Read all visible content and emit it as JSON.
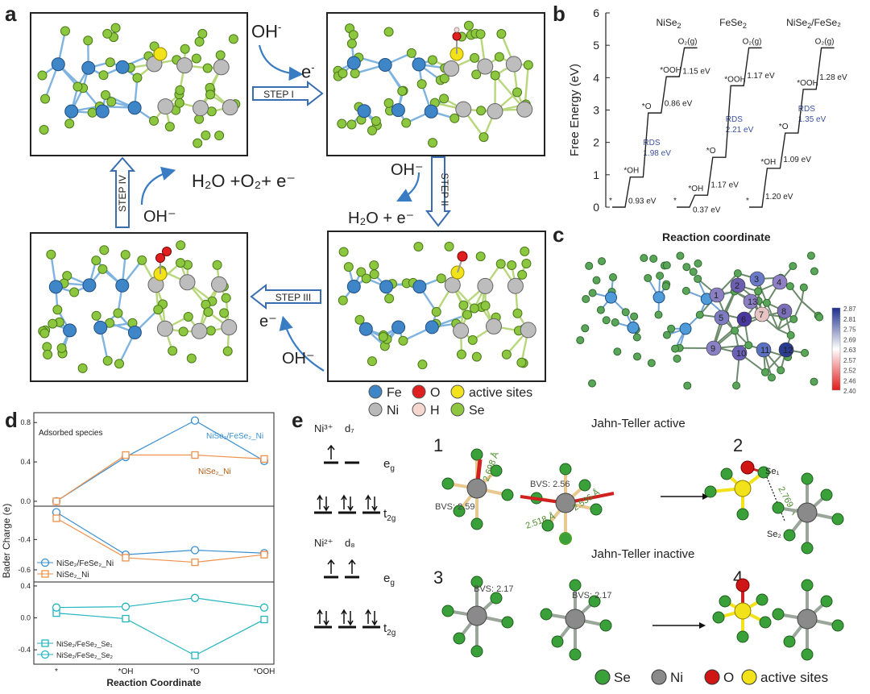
{
  "panel_labels": {
    "a": "a",
    "b": "b",
    "c": "c",
    "d": "d",
    "e": "e"
  },
  "panel_a": {
    "steps": [
      "STEP I",
      "STEP II",
      "STEP III",
      "STEP IV"
    ],
    "oh_top": "OH",
    "oh_sup": "-",
    "e_top": "e",
    "e_sup": "-",
    "products_right": "H₂O + e⁻",
    "oh_mid_right": "OH⁻",
    "products_left": "H₂O +O₂+ e⁻",
    "oh_left": "OH⁻",
    "e_bottom": "e⁻",
    "oh_bottom": "OH⁻",
    "legend": [
      {
        "label": "Fe",
        "color": "#3f86c8"
      },
      {
        "label": "O",
        "color": "#e02020"
      },
      {
        "label": "active sites",
        "color": "#f2e21a"
      },
      {
        "label": "Ni",
        "color": "#b9b9b9"
      },
      {
        "label": "H",
        "color": "#f6d6d0"
      },
      {
        "label": "Se",
        "color": "#8dc63f"
      }
    ]
  },
  "panel_b": {
    "ylabel": "Free Energy (eV)",
    "y_ticks": [
      "0",
      "1",
      "2",
      "3",
      "4",
      "5",
      "6"
    ],
    "ylim": [
      0,
      6
    ],
    "columns": [
      {
        "title_main": "NiSe",
        "title_sub": "2",
        "title_rest": "",
        "levels": [
          0,
          0.93,
          2.91,
          4.03,
          4.92
        ],
        "species": [
          "*",
          "*OH",
          "*O",
          "*OOH",
          "O₂(g)"
        ],
        "deltas": [
          "0.93 eV",
          "RDS\n1.98 eV",
          "0.86 eV",
          "1.15 eV"
        ]
      },
      {
        "title_main": "FeSe",
        "title_sub": "2",
        "title_rest": "",
        "levels": [
          0,
          0.37,
          1.54,
          3.75,
          4.92
        ],
        "species": [
          "*",
          "*OH",
          "*O",
          "*OOH",
          "O₂(g)"
        ],
        "deltas": [
          "0.37 eV",
          "1.17 eV",
          "RDS\n2.21 eV",
          "1.17 eV"
        ]
      },
      {
        "title_main": "NiSe",
        "title_sub": "2",
        "title_rest": "/FeSe₂",
        "levels": [
          0,
          1.2,
          2.29,
          3.64,
          4.92
        ],
        "species": [
          "*",
          "*OH",
          "*O",
          "*OOH",
          "O₂(g)"
        ],
        "deltas": [
          "1.20 eV",
          "1.09 eV",
          "RDS\n1.35 eV",
          "1.28 eV"
        ]
      }
    ]
  },
  "panel_c": {
    "title": "Reaction coordinate",
    "colorbar_ticks": [
      "2.87",
      "2.81",
      "2.75",
      "2.69",
      "2.63",
      "2.57",
      "2.52",
      "2.46",
      "2.40"
    ],
    "site_numbers": [
      "1",
      "2",
      "3",
      "4",
      "5",
      "6",
      "7",
      "8",
      "9",
      "10",
      "11",
      "12",
      "13"
    ]
  },
  "panel_d": {
    "ylabel": "Bader Charge (e)",
    "xlabel": "Reaction Coordinate",
    "categories": [
      "*",
      "*OH",
      "*O",
      "*OOH"
    ],
    "top": {
      "annotation": "Adsorbed species",
      "ticks": [
        "0.0",
        "0.4",
        "0.8"
      ],
      "series": [
        {
          "label": "NiSe₂/FeSe₂_Ni",
          "color": "#3a8fd0",
          "values": [
            0.0,
            0.45,
            0.82,
            0.41
          ]
        },
        {
          "label": "NiSe₂_Ni",
          "color": "#f0904a",
          "values": [
            0.0,
            0.47,
            0.47,
            0.43
          ]
        }
      ]
    },
    "middle": {
      "ticks": [
        "-0.4",
        "-0.6"
      ],
      "series": [
        {
          "label": "NiSe₂/FeSe₂_Ni",
          "color": "#3a8fd0",
          "values": [
            -0.22,
            -0.5,
            -0.47,
            -0.49
          ]
        },
        {
          "label": "NiSe₂_Ni",
          "color": "#f0904a",
          "values": [
            -0.26,
            -0.52,
            -0.55,
            -0.5
          ]
        }
      ]
    },
    "bottom": {
      "ticks": [
        "0.4",
        "0.0",
        "-0.4"
      ],
      "series": [
        {
          "label": "NiSe₂/FeSe₂_Se₁",
          "color": "#22b5bf",
          "marker": "square",
          "values": [
            0.06,
            -0.01,
            -0.47,
            -0.02
          ]
        },
        {
          "label": "NiSe₂/FeSe₂_Se₂",
          "color": "#22b5bf",
          "marker": "circle",
          "values": [
            0.13,
            0.14,
            0.25,
            0.13
          ]
        }
      ]
    }
  },
  "panel_e": {
    "ni3": {
      "ion": "Ni³⁺",
      "config": "d₇",
      "eg": "e",
      "eg_sub": "g",
      "t2g": "t",
      "t2g_sub": "2g"
    },
    "ni2": {
      "ion": "Ni²⁺",
      "config": "d₈",
      "eg": "e",
      "eg_sub": "g",
      "t2g": "t",
      "t2g_sub": "2g"
    },
    "jt_active": "Jahn-Teller active",
    "jt_inactive": "Jahn-Teller inactive",
    "struct_numbers": [
      "1",
      "2",
      "3",
      "4"
    ],
    "bvs_1a": "BVS: 2.59",
    "bvs_1b": "BVS: 2.56",
    "bvs_3a": "BVS: 2.17",
    "bvs_3b": "BVS: 2.17",
    "dist_a": "2.698 Å",
    "dist_b": "2.518 Å",
    "dist_c": "2.536 Å",
    "dist_d": "2.769 Å",
    "se1": "Se₁",
    "se2": "Se₂",
    "legend": [
      {
        "label": "Se",
        "color": "#3aa13a"
      },
      {
        "label": "Ni",
        "color": "#8a8a8a"
      },
      {
        "label": "O",
        "color": "#d01515"
      },
      {
        "label": "active sites",
        "color": "#f2e21a"
      }
    ]
  }
}
